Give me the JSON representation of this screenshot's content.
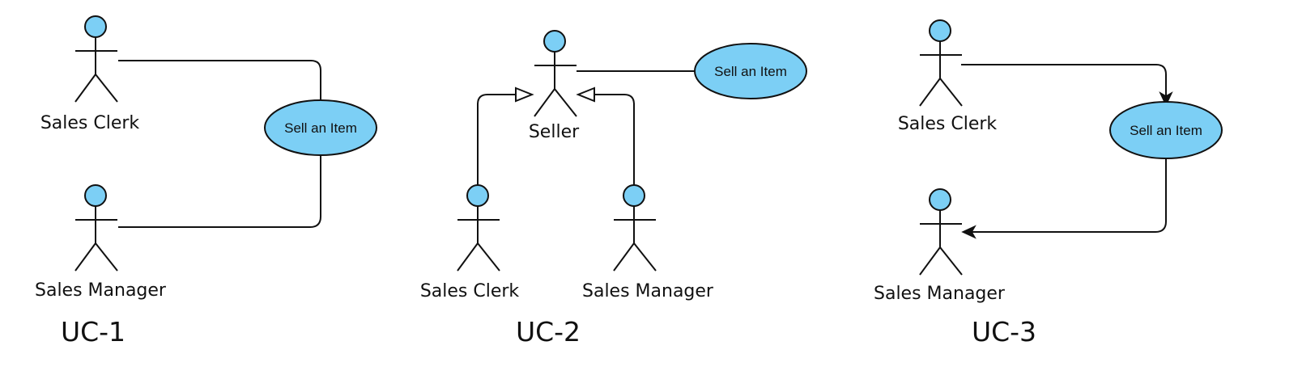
{
  "diagrams": [
    {
      "caption": "UC-1",
      "use_case": "Sell an Item",
      "actors": [
        "Sales Clerk",
        "Sales Manager"
      ],
      "relation": "association"
    },
    {
      "caption": "UC-2",
      "use_case": "Sell an Item",
      "actors": [
        "Seller",
        "Sales Clerk",
        "Sales Manager"
      ],
      "relation": "generalization"
    },
    {
      "caption": "UC-3",
      "use_case": "Sell an Item",
      "actors": [
        "Sales Clerk",
        "Sales Manager"
      ],
      "relation": "directed-association"
    }
  ],
  "colors": {
    "fill": "#7ccff5",
    "stroke": "#111111"
  }
}
